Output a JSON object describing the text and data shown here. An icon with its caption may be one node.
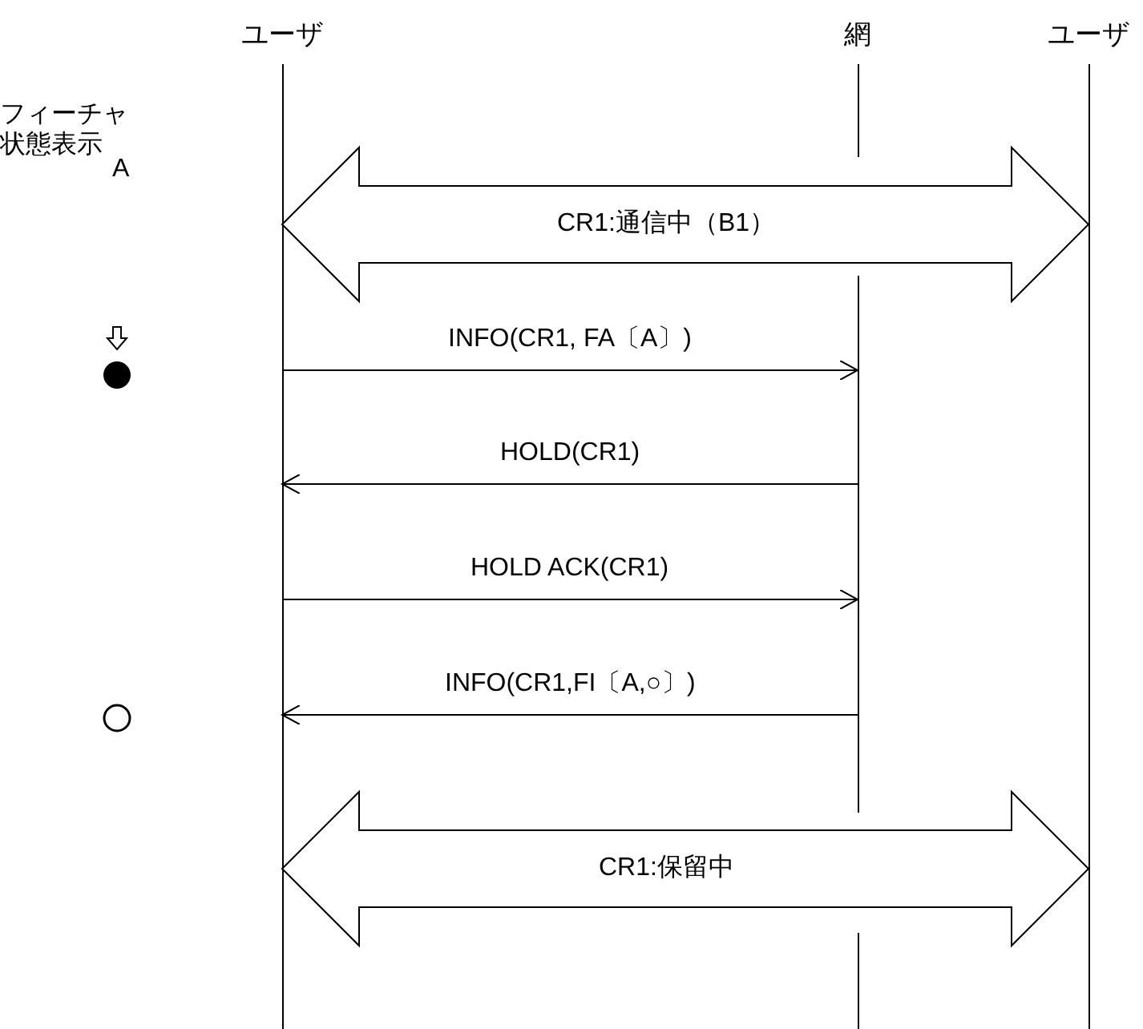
{
  "diagram": {
    "nodes": [
      {
        "text": [
          "ユーザ"
        ]
      },
      {
        "text": [
          "網"
        ]
      },
      {
        "text": [
          "ユーザ"
        ]
      }
    ],
    "edges": [
      {
        "from": 0,
        "to": 2,
        "arrow": "both",
        "label": "CR1:通信中（B1）"
      },
      {
        "from": 0,
        "to": 1,
        "arrow": "to",
        "label": "INFO(CR1, FA〔A〕)"
      },
      {
        "from": 1,
        "to": 0,
        "arrow": "to",
        "label": "HOLD(CR1)"
      },
      {
        "from": 0,
        "to": 1,
        "arrow": "to",
        "label": "HOLD ACK(CR1)"
      },
      {
        "from": 1,
        "to": 0,
        "arrow": "to",
        "label": "INFO(CR1,FI〔A,○〕)"
      },
      {
        "from": 0,
        "to": 2,
        "arrow": "both",
        "label": "CR1:保留中"
      }
    ],
    "labels": [
      "フィーチャ状態表示",
      "A"
    ]
  }
}
